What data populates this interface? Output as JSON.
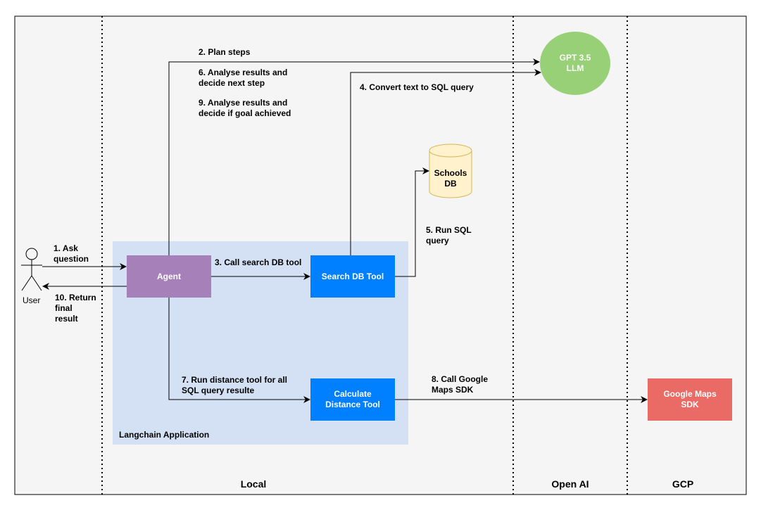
{
  "zones": {
    "local": "Local",
    "openai": "Open AI",
    "gcp": "GCP"
  },
  "app_group": {
    "label": "Langchain Application"
  },
  "nodes": {
    "user": "User",
    "agent": "Agent",
    "search_db_tool": "Search DB Tool",
    "calculate_distance_tool": "Calculate\nDistance Tool",
    "gpt": "GPT 3.5\nLLM",
    "schools_db": "Schools\nDB",
    "google_maps": "Google Maps\nSDK"
  },
  "edges": {
    "e1": "1. Ask\nquestion",
    "e2": "2. Plan steps",
    "e3": "3. Call search DB tool",
    "e4": "4. Convert text to SQL query",
    "e5": "5. Run SQL\nquery",
    "e6": "6. Analyse results and\ndecide next step",
    "e7": "7. Run distance tool for all\nSQL query resulte",
    "e8": "8. Call Google\nMaps SDK",
    "e9": "9. Analyse results and\ndecide if goal achieved",
    "e10": "10. Return\nfinal\nresult"
  },
  "colors": {
    "background": "#f5f5f5",
    "app_group": "#d4e1f5",
    "agent": "#a680b8",
    "tool": "#007fff",
    "llm": "#97d077",
    "db_fill": "#fff2cc",
    "db_stroke": "#d6b656",
    "google_maps": "#ea6b66"
  }
}
